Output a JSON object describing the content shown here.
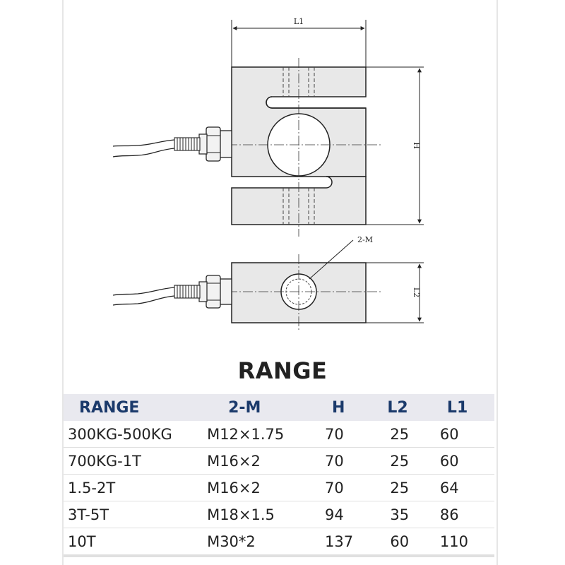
{
  "drawing": {
    "dimension_labels": {
      "l1": "L1",
      "h": "H",
      "m": "2-M",
      "l2": "L2"
    }
  },
  "section_title": "RANGE",
  "table": {
    "headers": [
      "RANGE",
      "2-M",
      "H",
      "L2",
      "L1"
    ],
    "rows": [
      [
        "300KG-500KG",
        "M12×1.75",
        "70",
        "25",
        "60"
      ],
      [
        "700KG-1T",
        "M16×2",
        "70",
        "25",
        "60"
      ],
      [
        "1.5-2T",
        "M16×2",
        "70",
        "25",
        "64"
      ],
      [
        "3T-5T",
        "M18×1.5",
        "94",
        "35",
        "86"
      ],
      [
        "10T",
        "M30*2",
        "137",
        "60",
        "110"
      ]
    ]
  },
  "colors": {
    "header_bg": "#e9e9ef",
    "header_text": "#1b3a6b",
    "body_fill": "#e8e8e8",
    "outline": "#222222"
  }
}
